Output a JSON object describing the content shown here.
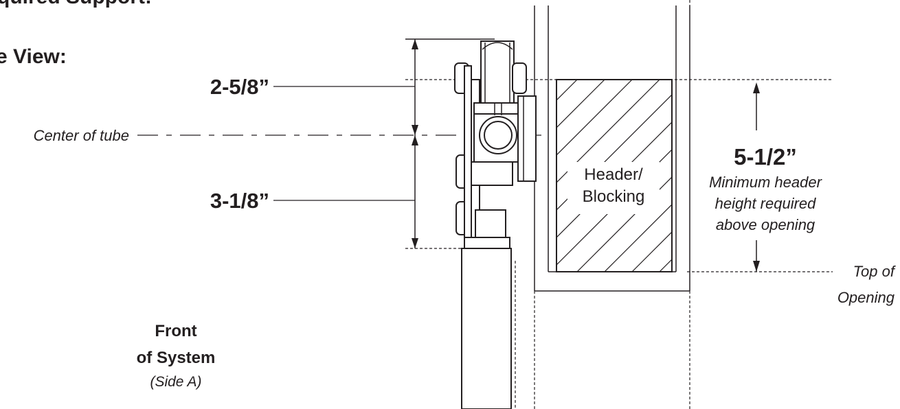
{
  "heading_top": "quired Support:",
  "heading_view": "e View:",
  "dimensions": {
    "upper": "2-5/8”",
    "lower": "3-1/8”",
    "header_height": "5-1/2”"
  },
  "labels": {
    "center_of_tube": "Center of tube",
    "header_line1": "Header/",
    "header_line2": "Blocking",
    "note_line1": "Minimum header",
    "note_line2": "height required",
    "note_line3": "above opening",
    "top_of_line1": "Top of",
    "top_of_line2": "Opening",
    "front_line1": "Front",
    "front_line2": "of System",
    "front_line3": "(Side A)"
  }
}
